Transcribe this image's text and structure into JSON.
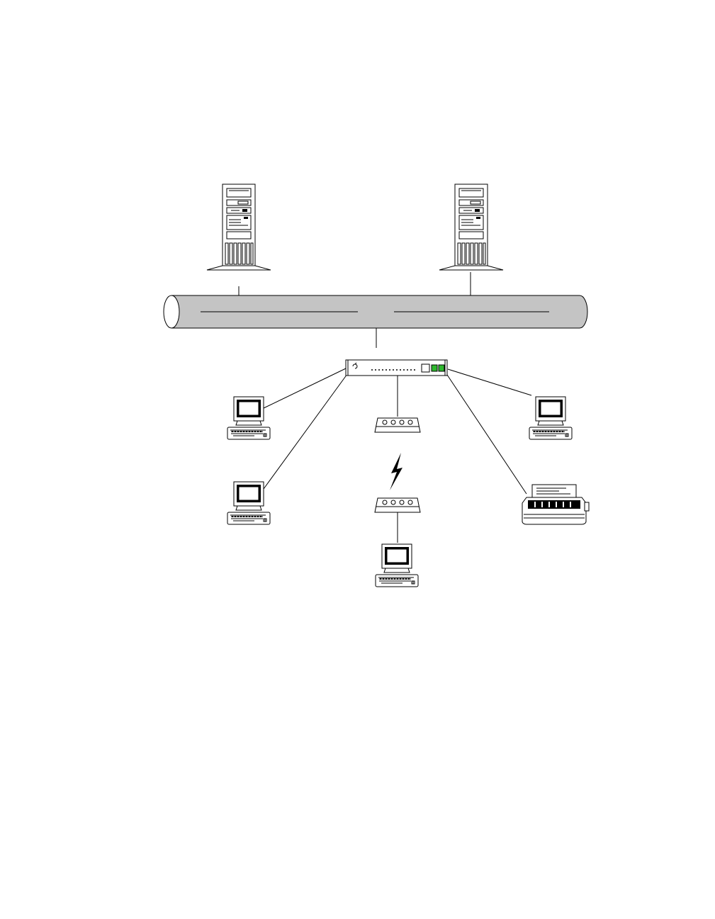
{
  "diagram": {
    "type": "network-topology",
    "colors": {
      "line": "#000000",
      "background": "#ffffff",
      "backbone_fill": "#c4c4c4",
      "hub_indicator": "#2eb82e"
    },
    "nodes": [
      {
        "id": "server-1",
        "icon": "tower-server-icon"
      },
      {
        "id": "server-2",
        "icon": "tower-server-icon"
      },
      {
        "id": "backbone",
        "icon": "backbone-cable-icon"
      },
      {
        "id": "hub",
        "icon": "network-hub-icon"
      },
      {
        "id": "workstation-left-1",
        "icon": "desktop-computer-icon"
      },
      {
        "id": "workstation-left-2",
        "icon": "desktop-computer-icon"
      },
      {
        "id": "workstation-right",
        "icon": "desktop-computer-icon"
      },
      {
        "id": "modem-top",
        "icon": "modem-icon"
      },
      {
        "id": "modem-bottom",
        "icon": "modem-icon"
      },
      {
        "id": "remote-workstation",
        "icon": "desktop-computer-icon"
      },
      {
        "id": "printer",
        "icon": "printer-icon"
      }
    ],
    "links": [
      {
        "from": "server-1",
        "to": "backbone",
        "kind": "wired"
      },
      {
        "from": "server-2",
        "to": "backbone",
        "kind": "wired"
      },
      {
        "from": "backbone",
        "to": "hub",
        "kind": "wired"
      },
      {
        "from": "hub",
        "to": "workstation-left-1",
        "kind": "wired"
      },
      {
        "from": "hub",
        "to": "workstation-left-2",
        "kind": "wired"
      },
      {
        "from": "hub",
        "to": "modem-top",
        "kind": "wired"
      },
      {
        "from": "hub",
        "to": "workstation-right",
        "kind": "wired"
      },
      {
        "from": "hub",
        "to": "printer",
        "kind": "wired"
      },
      {
        "from": "modem-top",
        "to": "modem-bottom",
        "kind": "wireless"
      },
      {
        "from": "modem-bottom",
        "to": "remote-workstation",
        "kind": "wired"
      }
    ]
  }
}
